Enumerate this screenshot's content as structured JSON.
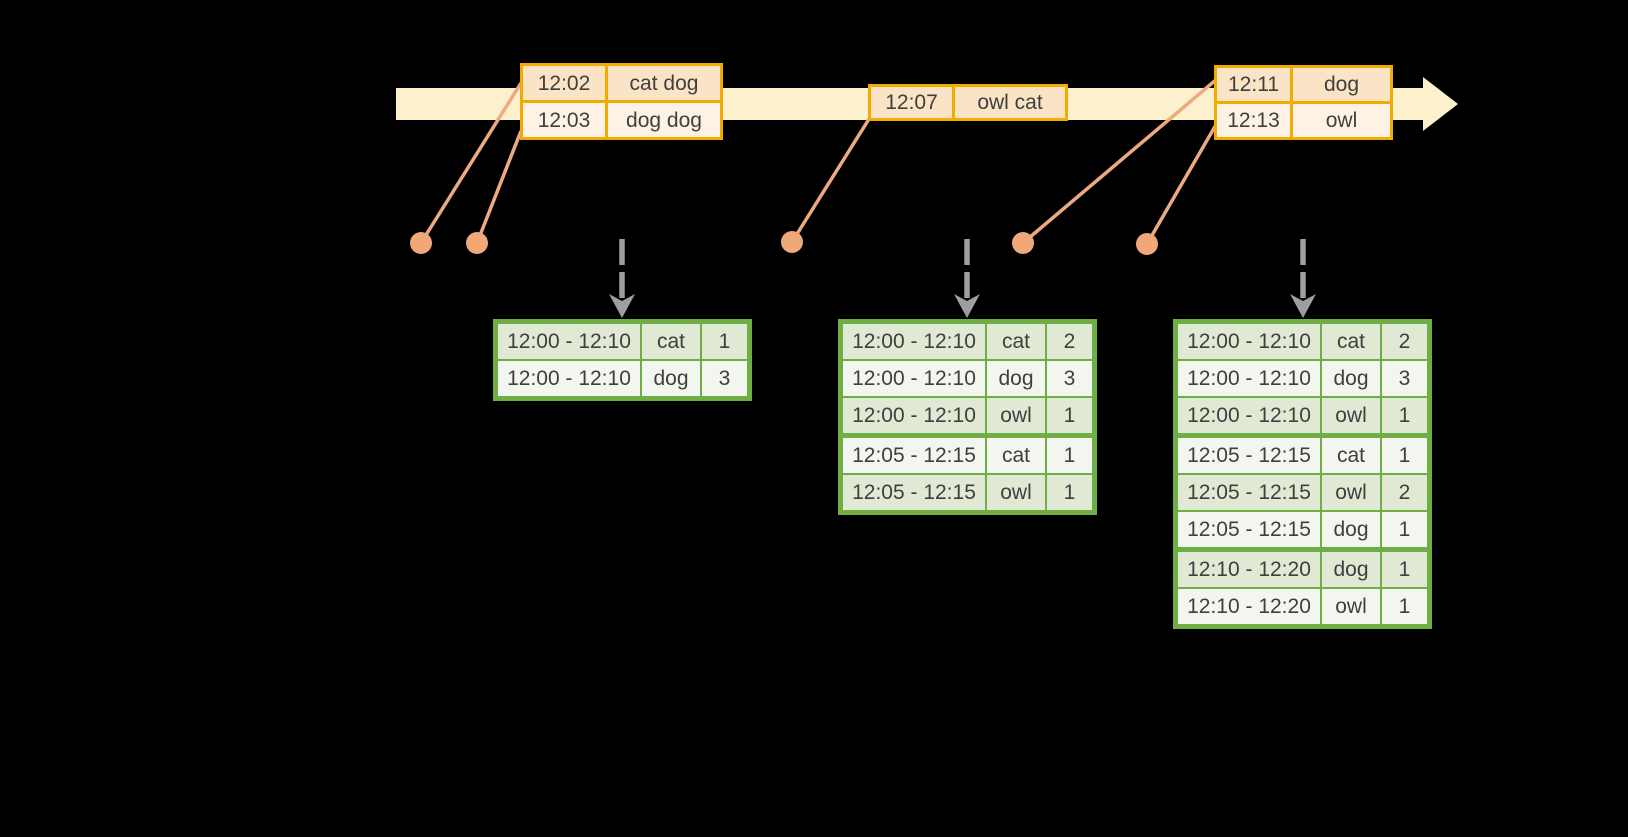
{
  "palette": {
    "background": "#000000",
    "timeline_fill": "#fdf0cd",
    "event_table_border": "#f0ad00",
    "event_row_fill": "#fbe3c5",
    "event_row_fill_alt": "#fdf2e3",
    "marker_dot": "#f0a878",
    "leader_line": "#edaa80",
    "trigger_arrow": "#9e9e9e",
    "result_table_border": "#6fae44",
    "result_row_fill_dark": "#dfe9d4",
    "result_row_fill_light": "#f2f6ee",
    "text": "#3f3f3f"
  },
  "icons": {
    "timeline_arrow": "right-arrow",
    "event_marker": "circle-dot",
    "trigger_arrow": "dashed-down-arrow"
  },
  "event_tables": [
    {
      "rows": [
        {
          "time": "12:02",
          "words": "cat dog"
        },
        {
          "time": "12:03",
          "words": "dog dog"
        }
      ]
    },
    {
      "rows": [
        {
          "time": "12:07",
          "words": "owl cat"
        }
      ]
    },
    {
      "rows": [
        {
          "time": "12:11",
          "words": "dog"
        },
        {
          "time": "12:13",
          "words": "owl"
        }
      ]
    }
  ],
  "result_tables": [
    {
      "rows": [
        {
          "window": "12:00 - 12:10",
          "word": "cat",
          "count": "1"
        },
        {
          "window": "12:00 - 12:10",
          "word": "dog",
          "count": "3"
        }
      ]
    },
    {
      "rows": [
        {
          "window": "12:00 - 12:10",
          "word": "cat",
          "count": "2"
        },
        {
          "window": "12:00 - 12:10",
          "word": "dog",
          "count": "3"
        },
        {
          "window": "12:00 - 12:10",
          "word": "owl",
          "count": "1"
        },
        {
          "window": "12:05 - 12:15",
          "word": "cat",
          "count": "1"
        },
        {
          "window": "12:05 - 12:15",
          "word": "owl",
          "count": "1"
        }
      ]
    },
    {
      "rows": [
        {
          "window": "12:00 - 12:10",
          "word": "cat",
          "count": "2"
        },
        {
          "window": "12:00 - 12:10",
          "word": "dog",
          "count": "3"
        },
        {
          "window": "12:00 - 12:10",
          "word": "owl",
          "count": "1"
        },
        {
          "window": "12:05 - 12:15",
          "word": "cat",
          "count": "1"
        },
        {
          "window": "12:05 - 12:15",
          "word": "owl",
          "count": "2"
        },
        {
          "window": "12:05 - 12:15",
          "word": "dog",
          "count": "1"
        },
        {
          "window": "12:10 - 12:20",
          "word": "dog",
          "count": "1"
        },
        {
          "window": "12:10 - 12:20",
          "word": "owl",
          "count": "1"
        }
      ]
    }
  ]
}
